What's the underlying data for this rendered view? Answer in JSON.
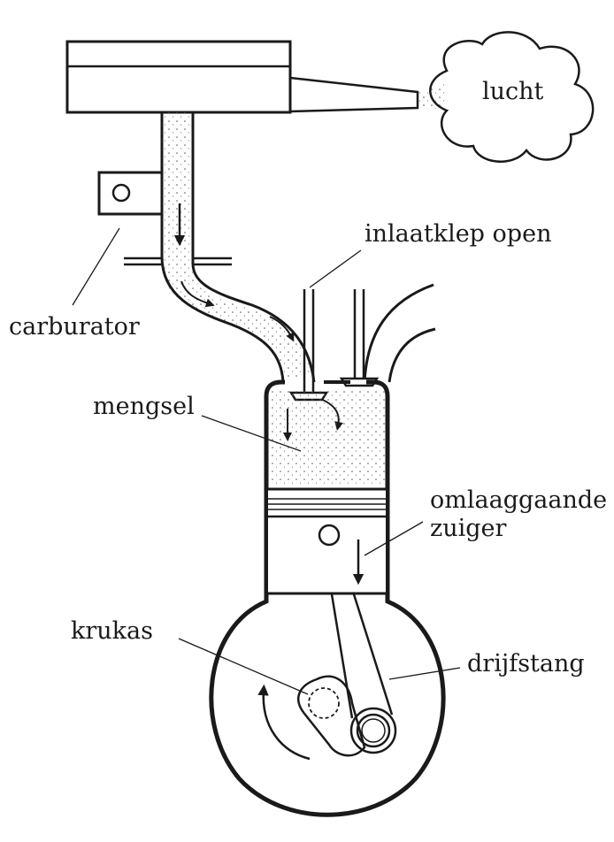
{
  "labels": {
    "lucht": "lucht",
    "inlaatklep": "inlaatklep open",
    "carburator": "carburator",
    "mengsel": "mengsel",
    "omlaaggaande": "omlaaggaande",
    "zuiger": "zuiger",
    "krukas": "krukas",
    "drijfstang": "drijfstang"
  },
  "colors": {
    "ink": "#1a1a1a",
    "paper": "#ffffff",
    "stipple": "#555555"
  }
}
